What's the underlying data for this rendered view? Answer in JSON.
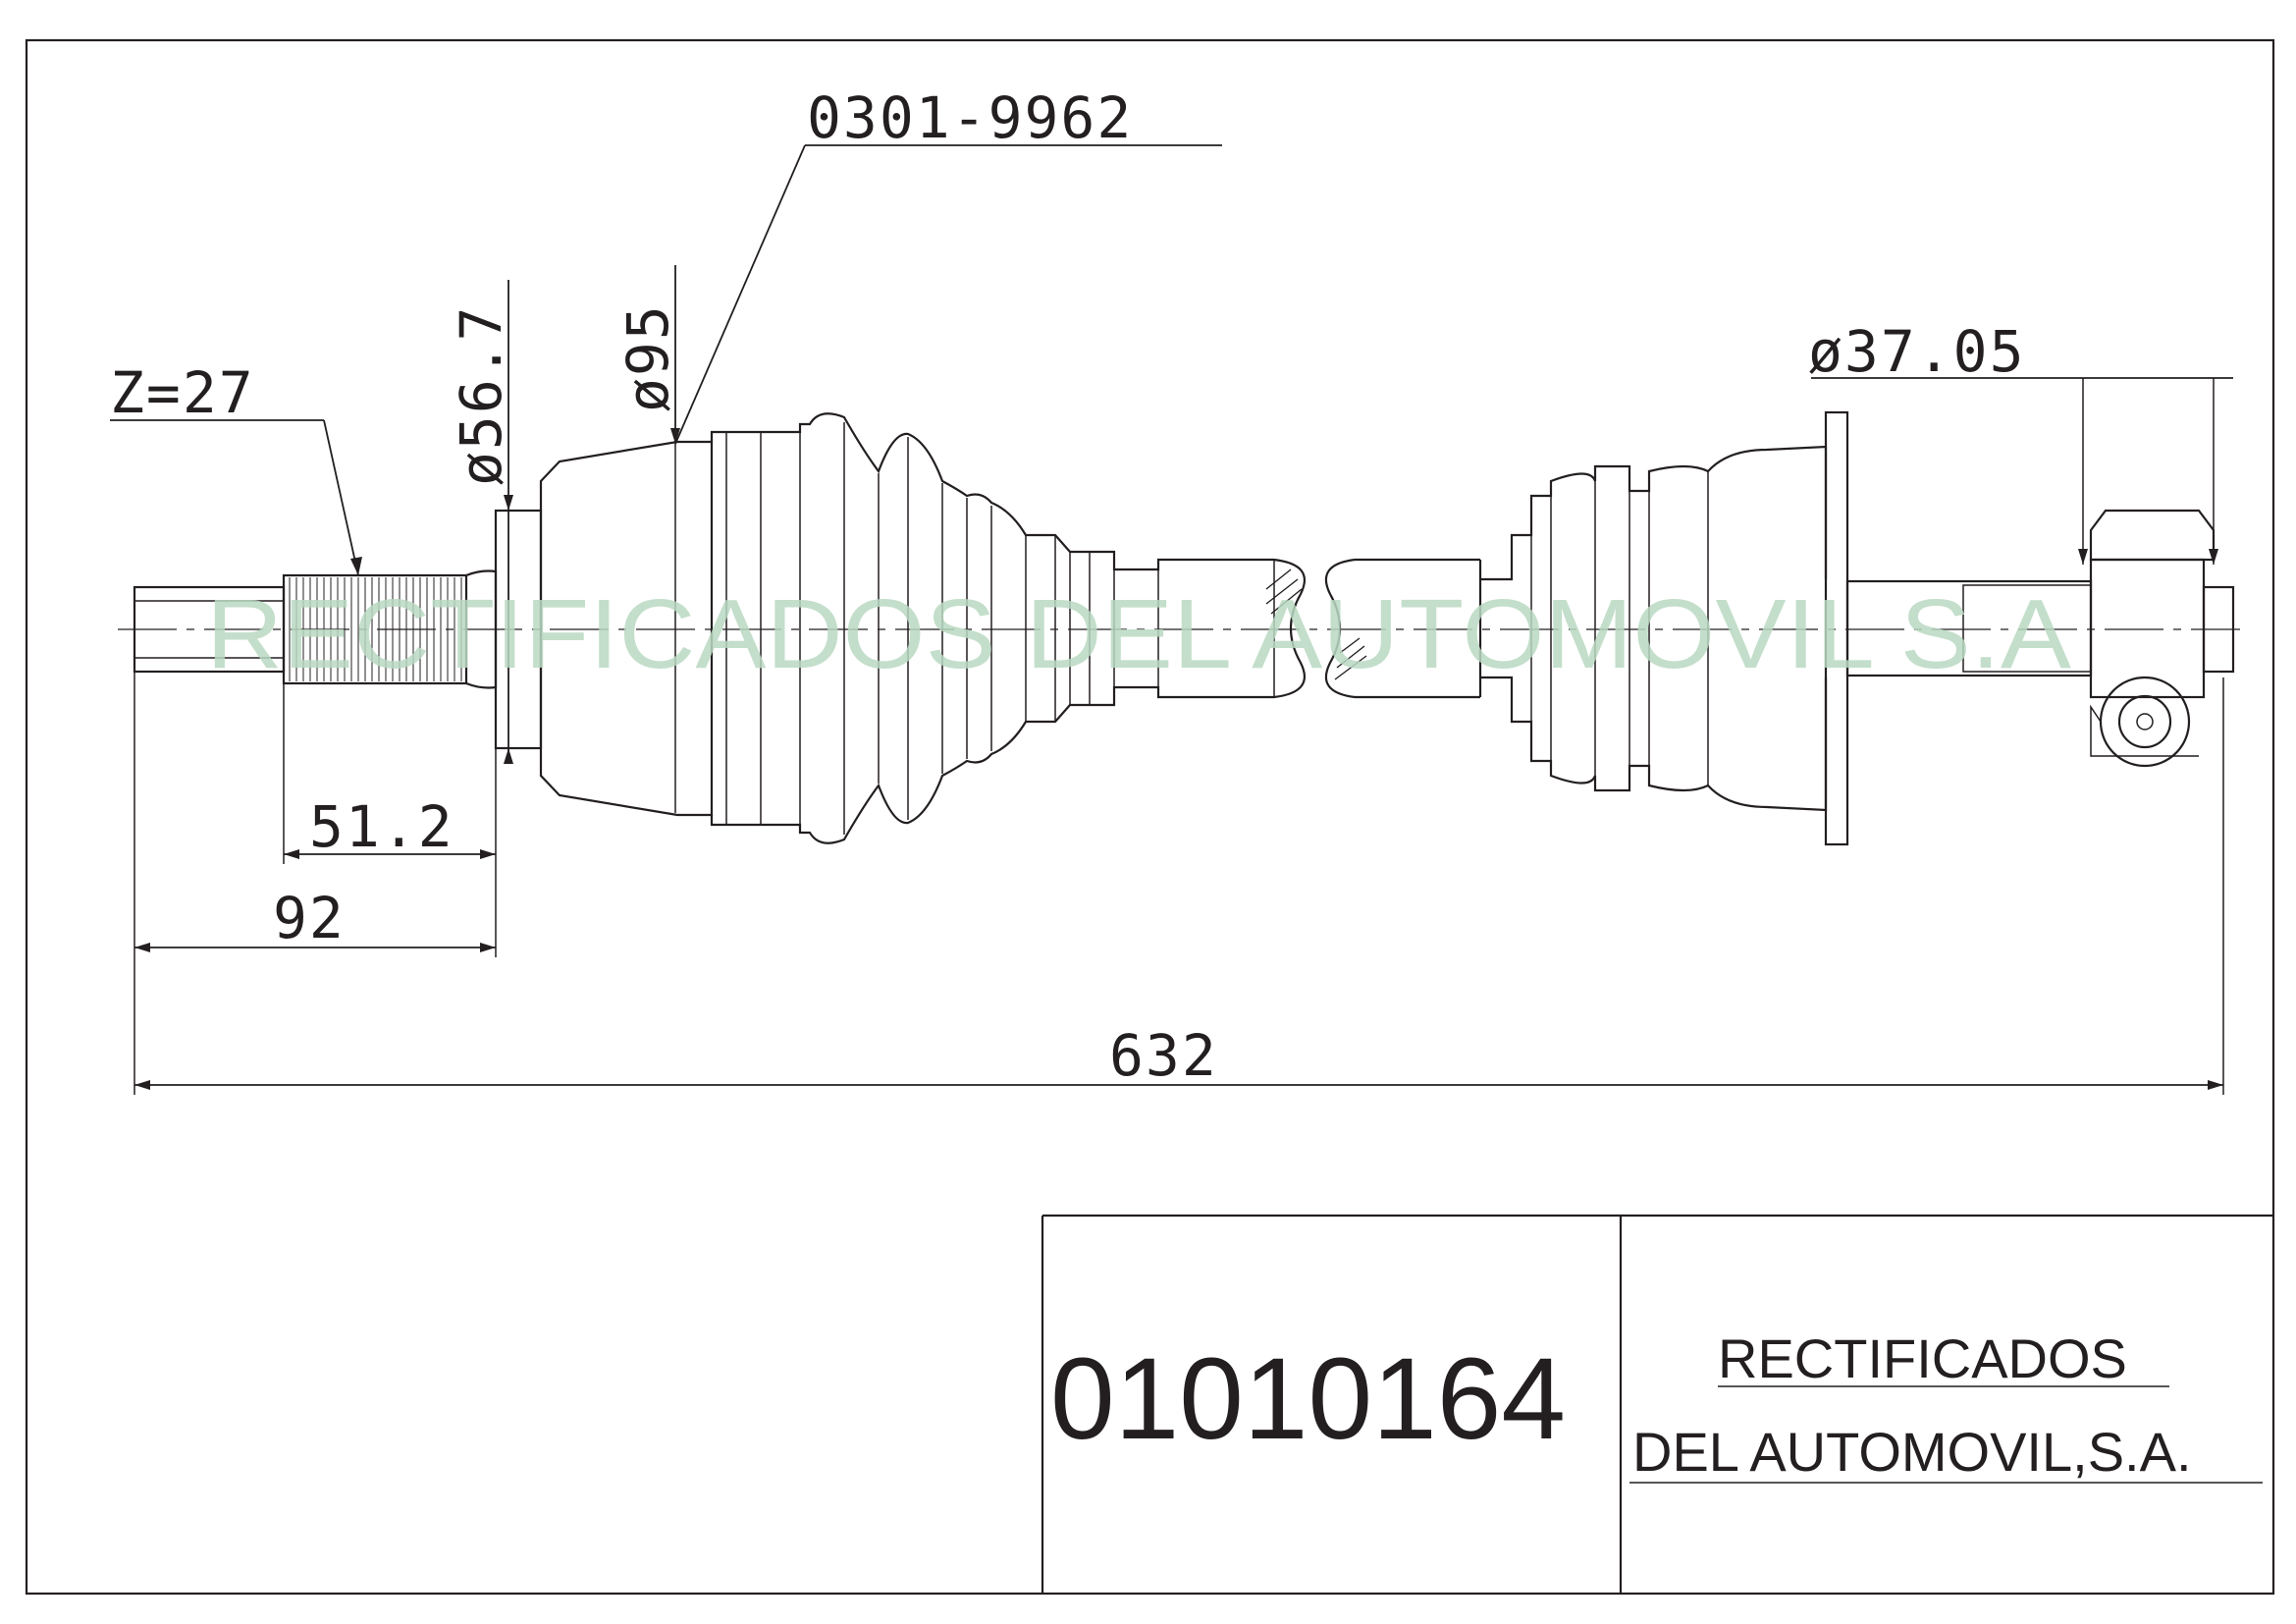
{
  "drawing": {
    "part_number_callout": "0301-9962",
    "spline_label": "Z=27",
    "diameter_inner_label": "ø56.7",
    "diameter_boot_label": "ø95",
    "diameter_outer_label": "ø37.05",
    "dim_spline_length": "51.2",
    "dim_inner_length": "92",
    "dim_total_length": "632",
    "watermark": "RECTIFICADOS DEL AUTOMOVIL S.A"
  },
  "title_block": {
    "code": "01010164",
    "company_line1": "RECTIFICADOS",
    "company_line2": "DEL AUTOMOVIL,S.A."
  },
  "colors": {
    "line": "#231f20",
    "watermark": "#b9d9c1"
  }
}
